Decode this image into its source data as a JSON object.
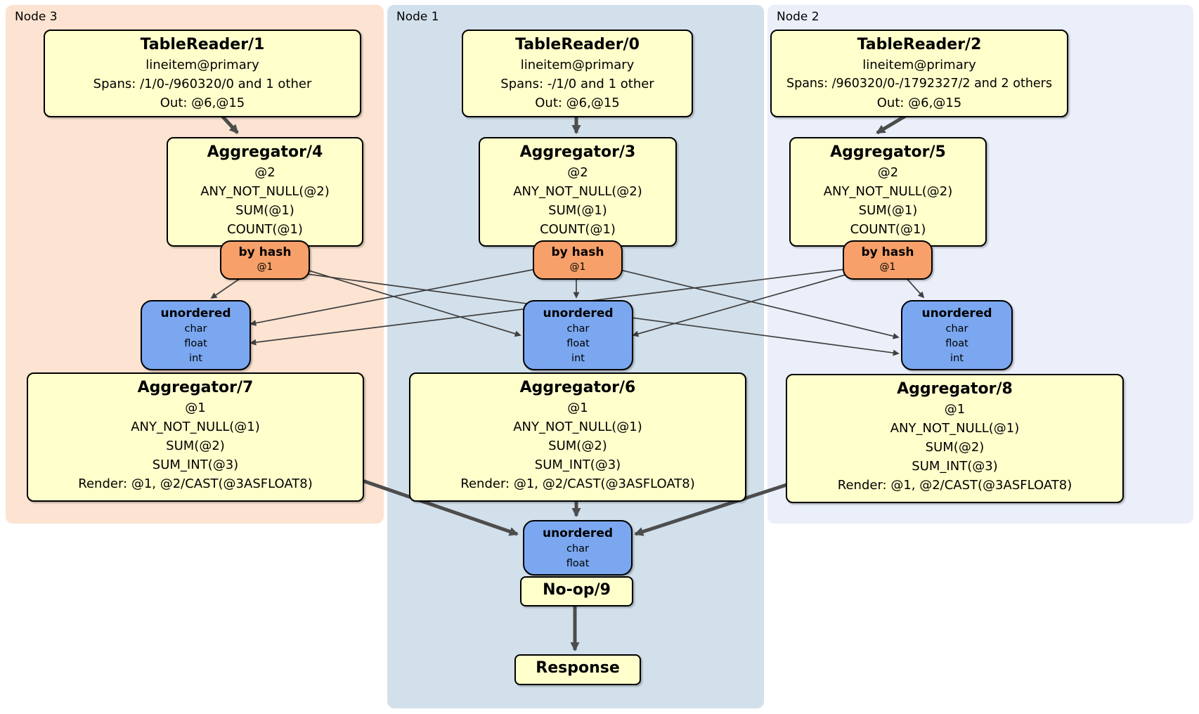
{
  "regions": {
    "node3": {
      "label": "Node 3"
    },
    "node1": {
      "label": "Node 1"
    },
    "node2": {
      "label": "Node 2"
    }
  },
  "processors": {
    "tr1": {
      "title": "TableReader/1",
      "lines": [
        "lineitem@primary",
        "Spans: /1/0-/960320/0 and 1 other",
        "Out: @6,@15"
      ]
    },
    "tr0": {
      "title": "TableReader/0",
      "lines": [
        "lineitem@primary",
        "Spans: -/1/0 and 1 other",
        "Out: @6,@15"
      ]
    },
    "tr2": {
      "title": "TableReader/2",
      "lines": [
        "lineitem@primary",
        "Spans: /960320/0-/1792327/2 and 2 others",
        "Out: @6,@15"
      ]
    },
    "agg4": {
      "title": "Aggregator/4",
      "lines": [
        "@2",
        "ANY_NOT_NULL(@2)",
        "SUM(@1)",
        "COUNT(@1)"
      ]
    },
    "agg3": {
      "title": "Aggregator/3",
      "lines": [
        "@2",
        "ANY_NOT_NULL(@2)",
        "SUM(@1)",
        "COUNT(@1)"
      ]
    },
    "agg5": {
      "title": "Aggregator/5",
      "lines": [
        "@2",
        "ANY_NOT_NULL(@2)",
        "SUM(@1)",
        "COUNT(@1)"
      ]
    },
    "agg7": {
      "title": "Aggregator/7",
      "lines": [
        "@1",
        "ANY_NOT_NULL(@1)",
        "SUM(@2)",
        "SUM_INT(@3)",
        "Render: @1, @2/CAST(@3ASFLOAT8)"
      ]
    },
    "agg6": {
      "title": "Aggregator/6",
      "lines": [
        "@1",
        "ANY_NOT_NULL(@1)",
        "SUM(@2)",
        "SUM_INT(@3)",
        "Render: @1, @2/CAST(@3ASFLOAT8)"
      ]
    },
    "agg8": {
      "title": "Aggregator/8",
      "lines": [
        "@1",
        "ANY_NOT_NULL(@1)",
        "SUM(@2)",
        "SUM_INT(@3)",
        "Render: @1, @2/CAST(@3ASFLOAT8)"
      ]
    }
  },
  "routers": {
    "hash4": {
      "title": "by hash",
      "detail": "@1"
    },
    "hash3": {
      "title": "by hash",
      "detail": "@1"
    },
    "hash5": {
      "title": "by hash",
      "detail": "@1"
    }
  },
  "synchronizers": {
    "left": {
      "title": "unordered",
      "columns": [
        "char",
        "float",
        "int"
      ]
    },
    "center": {
      "title": "unordered",
      "columns": [
        "char",
        "float",
        "int"
      ]
    },
    "right": {
      "title": "unordered",
      "columns": [
        "char",
        "float",
        "int"
      ]
    },
    "final": {
      "title": "unordered",
      "columns": [
        "char",
        "float"
      ]
    }
  },
  "terminals": {
    "noop": {
      "title": "No-op/9"
    },
    "response": {
      "title": "Response"
    }
  },
  "colors": {
    "node3_bg": "#fce3d2",
    "node1_bg": "#d2e0eb",
    "node2_bg": "#eaeffa",
    "processor_bg": "#ffffcc",
    "router_bg": "#f7a06a",
    "sync_bg": "#7aa7f0",
    "border": "#000000",
    "thin_edge": "#404040",
    "thick_arrow": "#4d4d4d"
  }
}
